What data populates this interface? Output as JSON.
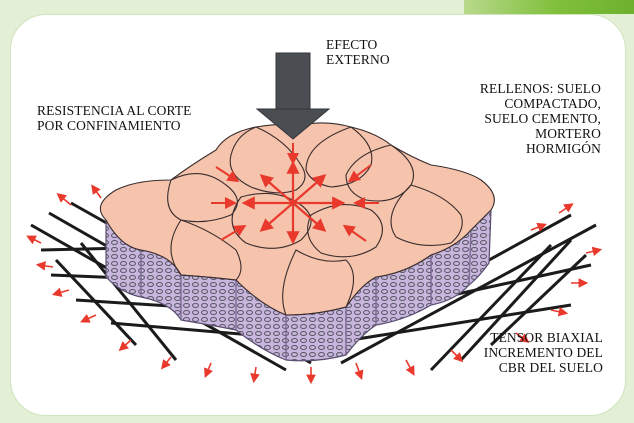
{
  "labels": {
    "efecto_externo": [
      "EFECTO",
      "EXTERNO"
    ],
    "resistencia": [
      "RESISTENCIA AL CORTE",
      "POR CONFINAMIENTO"
    ],
    "rellenos": [
      "RELLENOS: SUELO",
      "COMPACTADO,",
      "SUELO CEMENTO,",
      "MORTERO",
      "HORMIGÓN"
    ],
    "tensor": [
      "TENSOR BIAXIAL",
      "INCREMENTO DEL",
      "CBR DEL SUELO"
    ]
  },
  "colors": {
    "background_green": "#e3f0d6",
    "cell_top": "#f6c4ad",
    "cell_wall": "#c9b6de",
    "arrow_red": "#e8392c",
    "load_arrow": "#4a4d52",
    "geogrid": "#1b1b1b"
  }
}
